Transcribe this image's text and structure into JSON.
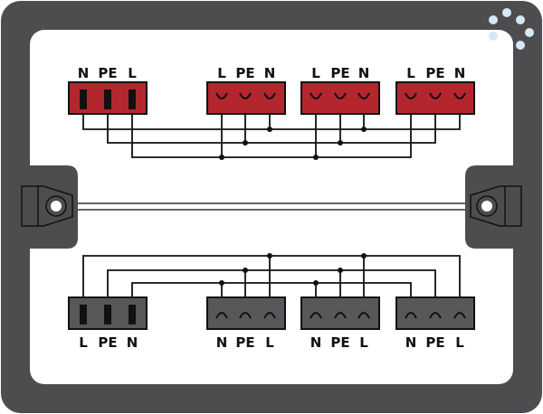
{
  "colors": {
    "frame": "#4d4d4f",
    "input_top": "#b3262e",
    "input_bottom": "#58585a",
    "wire": "#111111"
  },
  "top": {
    "input": {
      "labels": [
        "N",
        "PE",
        "L"
      ]
    },
    "outputs": [
      {
        "labels": [
          "L",
          "PE",
          "N"
        ]
      },
      {
        "labels": [
          "L",
          "PE",
          "N"
        ]
      },
      {
        "labels": [
          "L",
          "PE",
          "N"
        ]
      }
    ]
  },
  "bottom": {
    "input": {
      "labels": [
        "L",
        "PE",
        "N"
      ]
    },
    "outputs": [
      {
        "labels": [
          "N",
          "PE",
          "L"
        ]
      },
      {
        "labels": [
          "N",
          "PE",
          "L"
        ]
      },
      {
        "labels": [
          "N",
          "PE",
          "L"
        ]
      }
    ]
  }
}
